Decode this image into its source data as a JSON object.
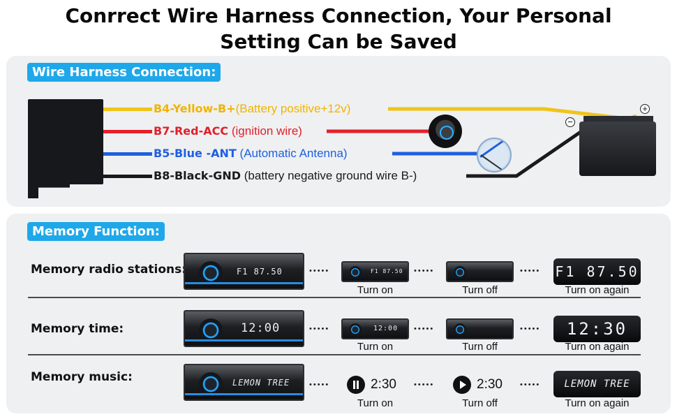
{
  "title_line1": "Conrrect Wire Harness Connection, Your Personal",
  "title_line2": "Setting Can be Saved",
  "wire_section": {
    "badge": "Wire Harness Connection:",
    "wires": [
      {
        "code": "B4-Yellow-B+",
        "desc": "(Battery positive+12v)",
        "color": "#f0c419"
      },
      {
        "code": "B7-Red-ACC",
        "desc": "(ignition wire)",
        "color": "#e5202a"
      },
      {
        "code": "B5-Blue -ANT",
        "desc": "(Automatic Antenna)",
        "color": "#1f5fe0"
      },
      {
        "code": "B8-Black-GND",
        "desc": "(battery negative ground wire B-)",
        "color": "#1a1a1a"
      }
    ],
    "positive_symbol": "+",
    "negative_symbol": "−"
  },
  "memory_section": {
    "badge": "Memory Function:",
    "rows": [
      {
        "label": "Memory radio stations:",
        "display": "F1 87.50",
        "step1_display": "F1 87.50",
        "step2_display": "",
        "final_display": "F1 87.50"
      },
      {
        "label": "Memory time:",
        "display": "12:00",
        "step1_display": "12:00",
        "step2_display": "",
        "final_display": "12:30"
      },
      {
        "label": "Memory music:",
        "display": "LEMON TREE",
        "pause_time": "2:30",
        "play_time": "2:30",
        "final_display": "LEMON TREE"
      }
    ],
    "captions": {
      "turn_on": "Turn on",
      "turn_off": "Turn off",
      "turn_on_again": "Turn on again"
    },
    "dots": "•••••"
  },
  "colors": {
    "accent": "#1ea8ea",
    "panel": "#eef0f2"
  }
}
